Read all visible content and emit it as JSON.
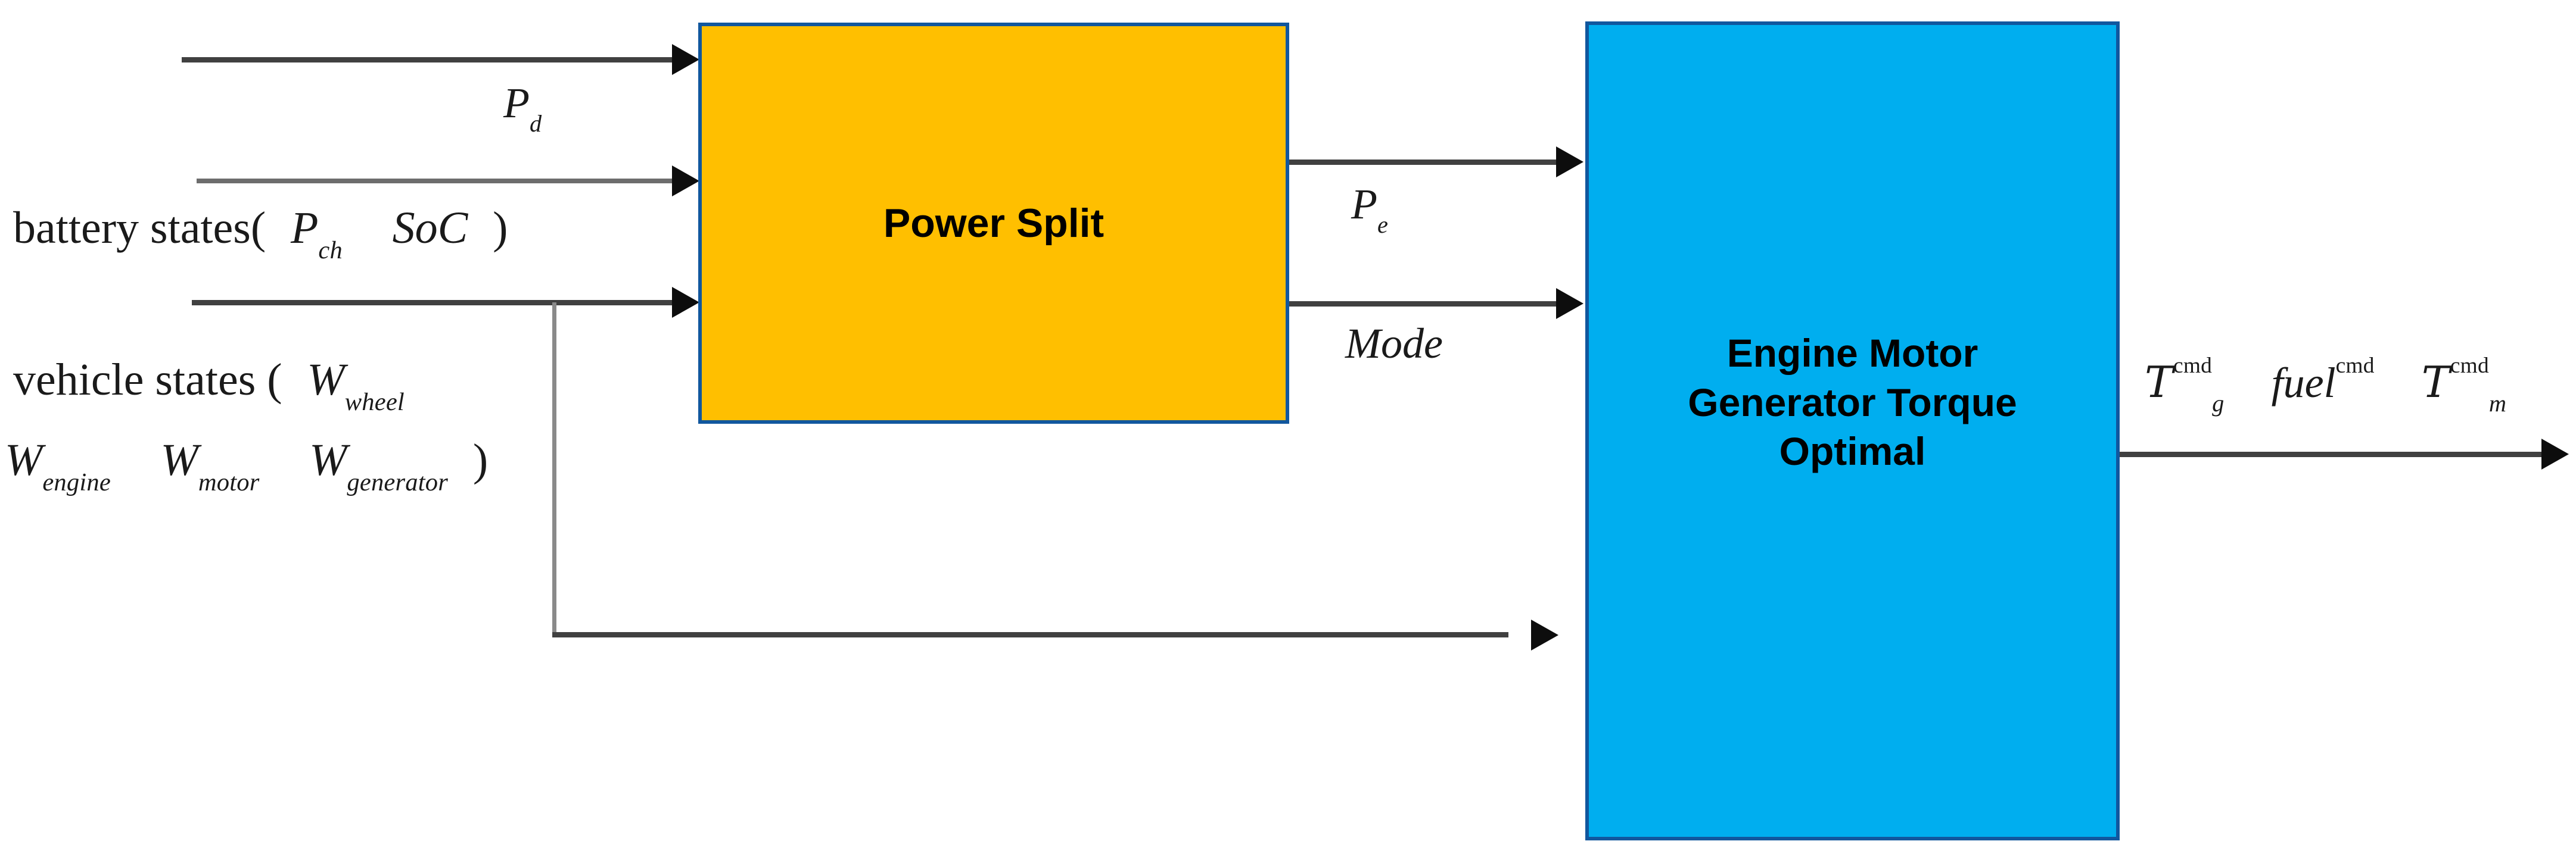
{
  "diagram": {
    "title": "Power Split and Engine Motor Generator Torque Optimal control block diagram",
    "colors": {
      "power_split_fill": "#FFBF00",
      "engine_block_fill": "#00AEEF",
      "block_border": "#11579E",
      "arrow": "#404040",
      "arrowhead": "#0d0d0d",
      "background": "#FFFFFF"
    }
  },
  "blocks": [
    {
      "id": "power-split",
      "label": "Power Split",
      "fill": "#FFBF00",
      "border": "#11579E"
    },
    {
      "id": "engine-motor-generator-torque-optimal",
      "label_lines": [
        "Engine Motor",
        "Generator Torque",
        "Optimal"
      ],
      "fill": "#00AEEF",
      "border": "#11579E"
    }
  ],
  "inputs": {
    "power_demand": {
      "symbol": "P",
      "subscript": "d"
    },
    "battery_states": {
      "prefix": "battery states(",
      "var1": "P",
      "var1_sub": "ch",
      "var2": "SoC",
      "suffix": ")"
    },
    "vehicle_states": {
      "prefix": "vehicle  states (",
      "line1_var": "W",
      "line1_sub": "wheel",
      "line2": [
        {
          "var": "W",
          "sub": "engine"
        },
        {
          "var": "W",
          "sub": "motor"
        },
        {
          "var": "W",
          "sub": "generator"
        }
      ],
      "suffix": ")"
    }
  },
  "intermediate_signals": {
    "engine_power": {
      "symbol": "P",
      "subscript": "e"
    },
    "mode": {
      "symbol": "Mode"
    }
  },
  "outputs": {
    "generator_torque_cmd": {
      "symbol": "T",
      "subscript": "g",
      "superscript": "cmd"
    },
    "fuel_cmd": {
      "symbol": "fuel",
      "superscript": "cmd"
    },
    "motor_torque_cmd": {
      "symbol": "T",
      "subscript": "m",
      "superscript": "cmd"
    }
  },
  "connections": [
    {
      "name": "power-demand-to-power-split",
      "from": "external",
      "to": "power-split"
    },
    {
      "name": "battery-states-to-power-split",
      "from": "external",
      "to": "power-split"
    },
    {
      "name": "vehicle-states-to-power-split",
      "from": "external",
      "to": "power-split"
    },
    {
      "name": "vehicle-states-bypass-to-engine-block",
      "from": "external",
      "to": "engine-motor-generator-torque-optimal"
    },
    {
      "name": "engine-power-to-engine-block",
      "from": "power-split",
      "to": "engine-motor-generator-torque-optimal"
    },
    {
      "name": "mode-to-engine-block",
      "from": "power-split",
      "to": "engine-motor-generator-torque-optimal"
    },
    {
      "name": "commands-output",
      "from": "engine-motor-generator-torque-optimal",
      "to": "external"
    }
  ]
}
